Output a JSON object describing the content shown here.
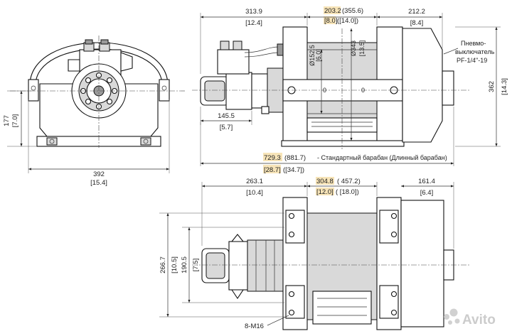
{
  "top": {
    "d_313_9": "313.9",
    "d_313_9_in": "[12.4]",
    "d_203_2": "203.2",
    "d_355_6": "(355.6)",
    "d_8_0": "[8.0]",
    "d_14_0": "([14.0])",
    "d_212_2": "212.2",
    "d_8_4": "[8.4]",
    "d_152_5": "Ø152.5",
    "d_6_0": "[6.0]",
    "d_343": "Ø343",
    "d_13_5": "[13.5]",
    "pneumo_1": "Пневмо-",
    "pneumo_2": "выключатель",
    "pneumo_3": "PF-1/4\"-19",
    "d_362": "362",
    "d_14_3": "[14.3]",
    "d_145_5": "145.5",
    "d_5_7": "[5.7]",
    "d_729_3": "729.3",
    "d_881_7": "(881.7)",
    "drum_note": "- Стандартный барабан (Длинный барабан)",
    "d_28_7": "[28.7]",
    "d_34_7": "([34.7])"
  },
  "side": {
    "d_177": "177",
    "d_7_0": "[7.0]",
    "d_392": "392",
    "d_15_4": "[15.4]"
  },
  "bottom": {
    "d_263_1": "263.1",
    "d_10_4": "[10.4]",
    "d_304_8": "304.8",
    "d_457_2": "( 457.2)",
    "d_12_0": "[12.0]",
    "d_18_0": "( [18.0])",
    "d_161_4": "161.4",
    "d_6_4": "[6.4]",
    "d_266_7": "266.7",
    "d_10_5": "[10.5]",
    "d_190_5": "190.5",
    "d_7_5": "[7.5]",
    "bolts": "8-M16"
  },
  "watermark": "Avito",
  "colors": {
    "highlight": "#f7e4b8",
    "line": "#111111",
    "shade": "#d9d9d9"
  }
}
